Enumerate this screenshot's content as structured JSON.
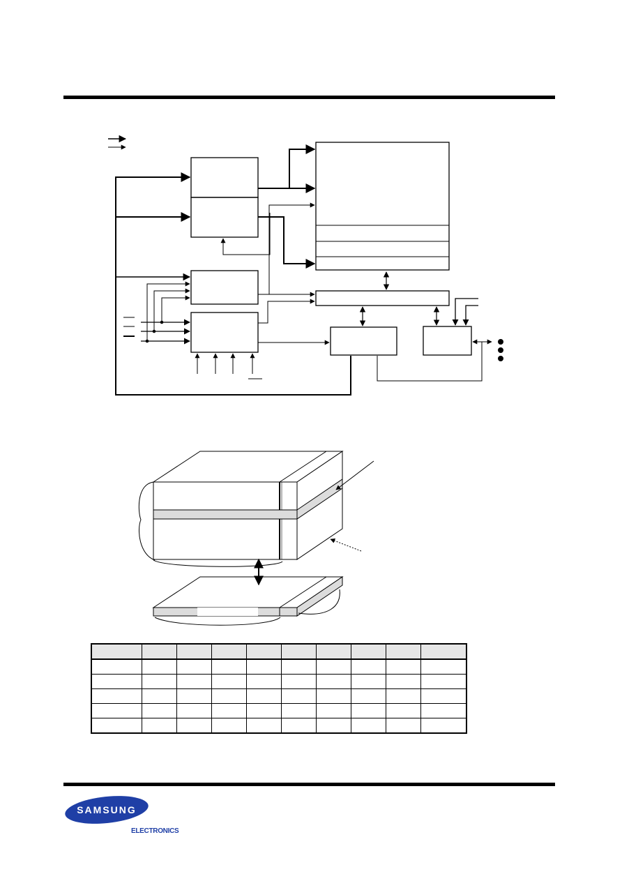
{
  "logo": {
    "brand": "SAMSUNG",
    "division": "ELECTRONICS",
    "colors": {
      "ellipse": "#1f3fa6",
      "text": "#1f3fa6"
    }
  },
  "table": {
    "columns": 10,
    "rows": 6,
    "header_fill": "#e6e6e6"
  }
}
